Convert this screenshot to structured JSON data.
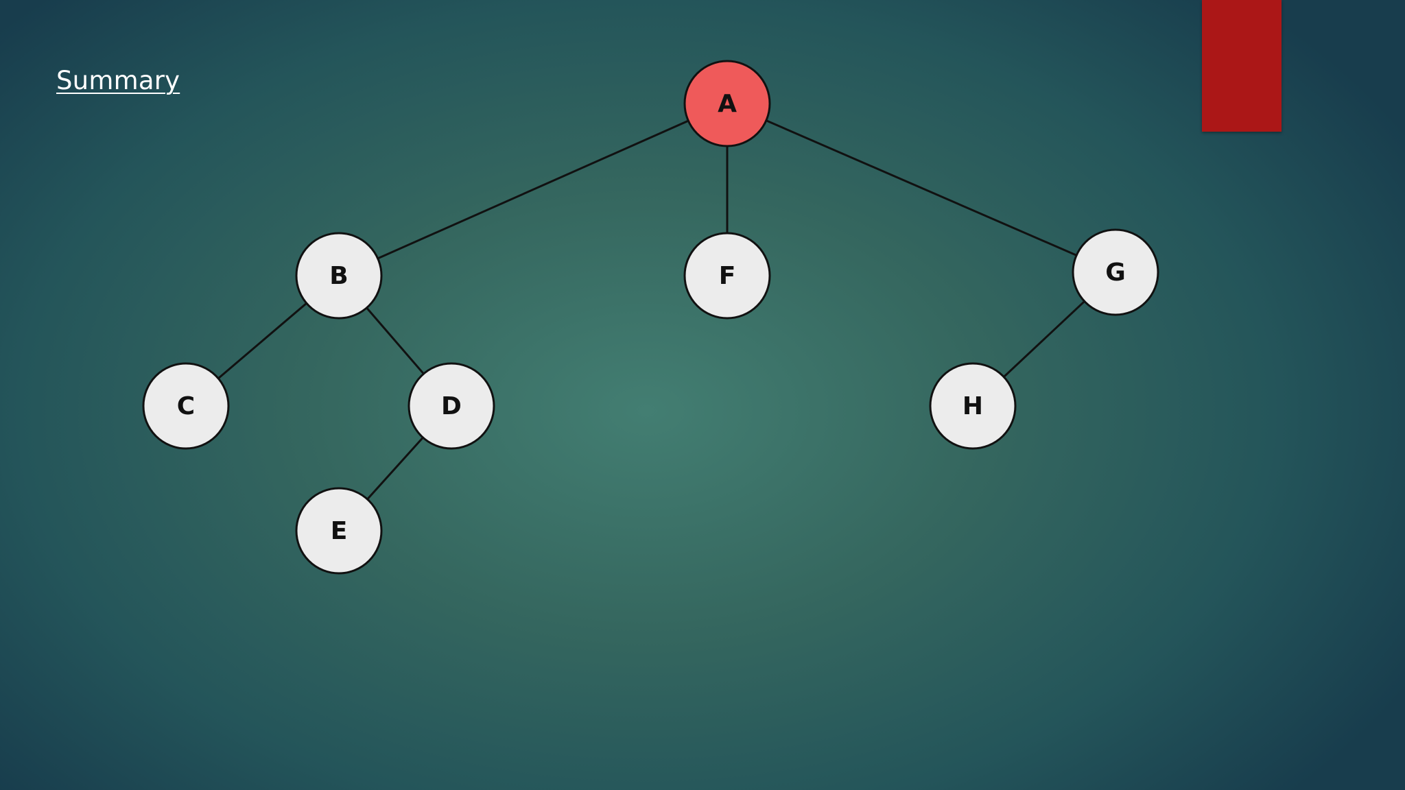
{
  "slide": {
    "link_text": "Summary"
  },
  "colors": {
    "root_fill": "#ef5a5a",
    "node_fill": "#ececec",
    "stroke": "#111111",
    "accent_bar": "#ab1717"
  },
  "tree": {
    "nodes": [
      {
        "id": "A",
        "label": "A",
        "highlighted": true
      },
      {
        "id": "B",
        "label": "B"
      },
      {
        "id": "F",
        "label": "F"
      },
      {
        "id": "G",
        "label": "G"
      },
      {
        "id": "C",
        "label": "C"
      },
      {
        "id": "D",
        "label": "D"
      },
      {
        "id": "H",
        "label": "H"
      },
      {
        "id": "E",
        "label": "E"
      }
    ],
    "edges": [
      {
        "from": "A",
        "to": "B"
      },
      {
        "from": "A",
        "to": "F"
      },
      {
        "from": "A",
        "to": "G"
      },
      {
        "from": "B",
        "to": "C"
      },
      {
        "from": "B",
        "to": "D"
      },
      {
        "from": "D",
        "to": "E"
      },
      {
        "from": "G",
        "to": "H"
      }
    ]
  }
}
